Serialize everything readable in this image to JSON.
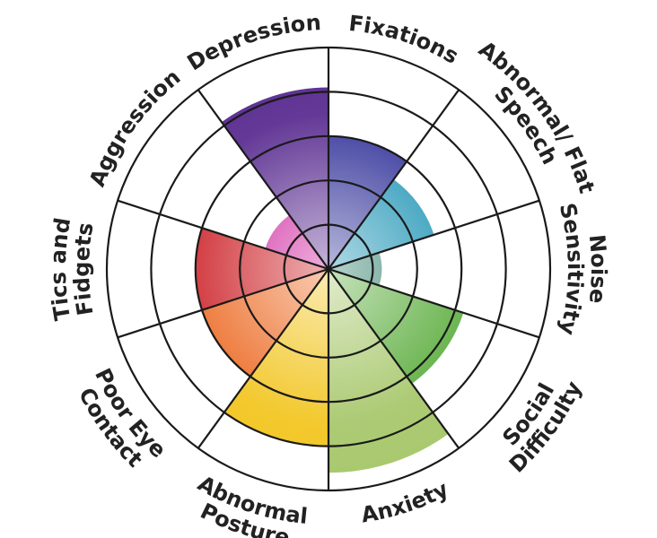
{
  "chart_data": {
    "type": "radial-bar",
    "categories": [
      "Fixations",
      "Abnormal/ Flat Speech",
      "Noise Sensitivity",
      "Social Difficulty",
      "Anxiety",
      "Abnormal Posture",
      "Poor Eye Contact",
      "Tics and Fidgets",
      "Aggression",
      "Depression"
    ],
    "values": [
      3,
      2.5,
      1.2,
      3.2,
      4.6,
      4,
      3,
      3,
      1.5,
      4.1
    ],
    "rmax": 5,
    "ring_count": 5,
    "colors": [
      "#33339a",
      "#1b92b4",
      "#2e7f6a",
      "#5cad3e",
      "#a8c86d",
      "#f2c623",
      "#ec6a24",
      "#cc2228",
      "#cc199a",
      "#5b2e91"
    ],
    "grid": true,
    "legend": "none"
  }
}
